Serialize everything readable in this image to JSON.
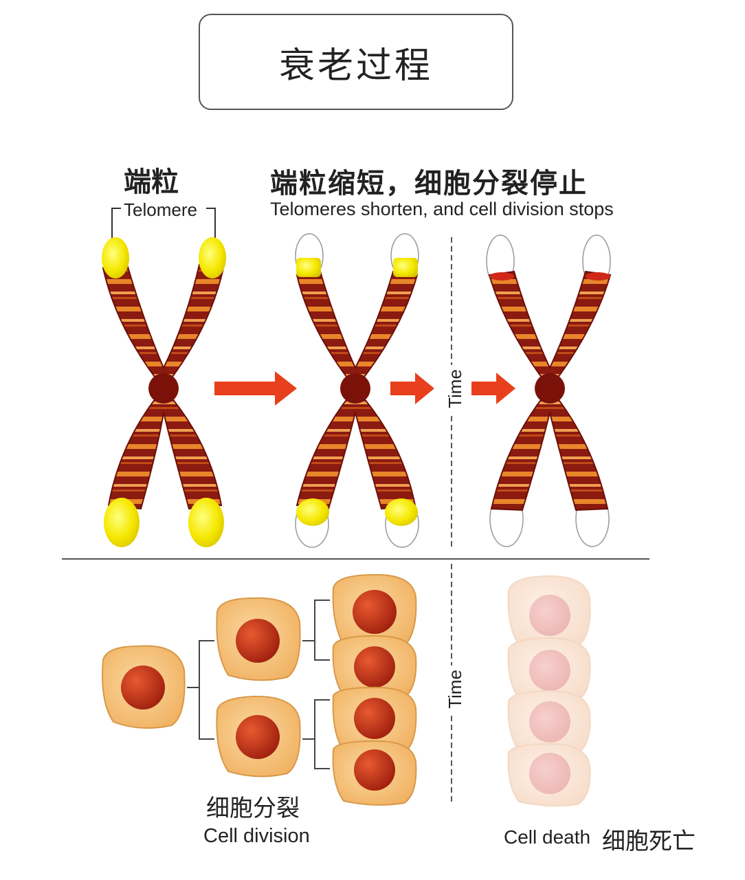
{
  "title": "衰老过程",
  "labels": {
    "telomere_cn": "端粒",
    "telomere_en": "Telomere",
    "shorten_cn": "端粒缩短，细胞分裂停止",
    "shorten_en": "Telomeres shorten, and cell division stops",
    "time_top": "Time",
    "time_bottom": "Time",
    "division_cn": "细胞分裂",
    "division_en": "Cell division",
    "death_en": "Cell death",
    "death_cn": "细胞死亡"
  },
  "colors": {
    "telomere": "#f5e800",
    "chromosome_dark": "#8b1a10",
    "chromosome_band": "#e8862a",
    "centromere": "#6a0f08",
    "arrow": "#e8401c",
    "cell_fill": "#f5c27a",
    "cell_border": "#d89848",
    "nucleus": "#c0301a",
    "dead_cell": "#fbe9de"
  }
}
